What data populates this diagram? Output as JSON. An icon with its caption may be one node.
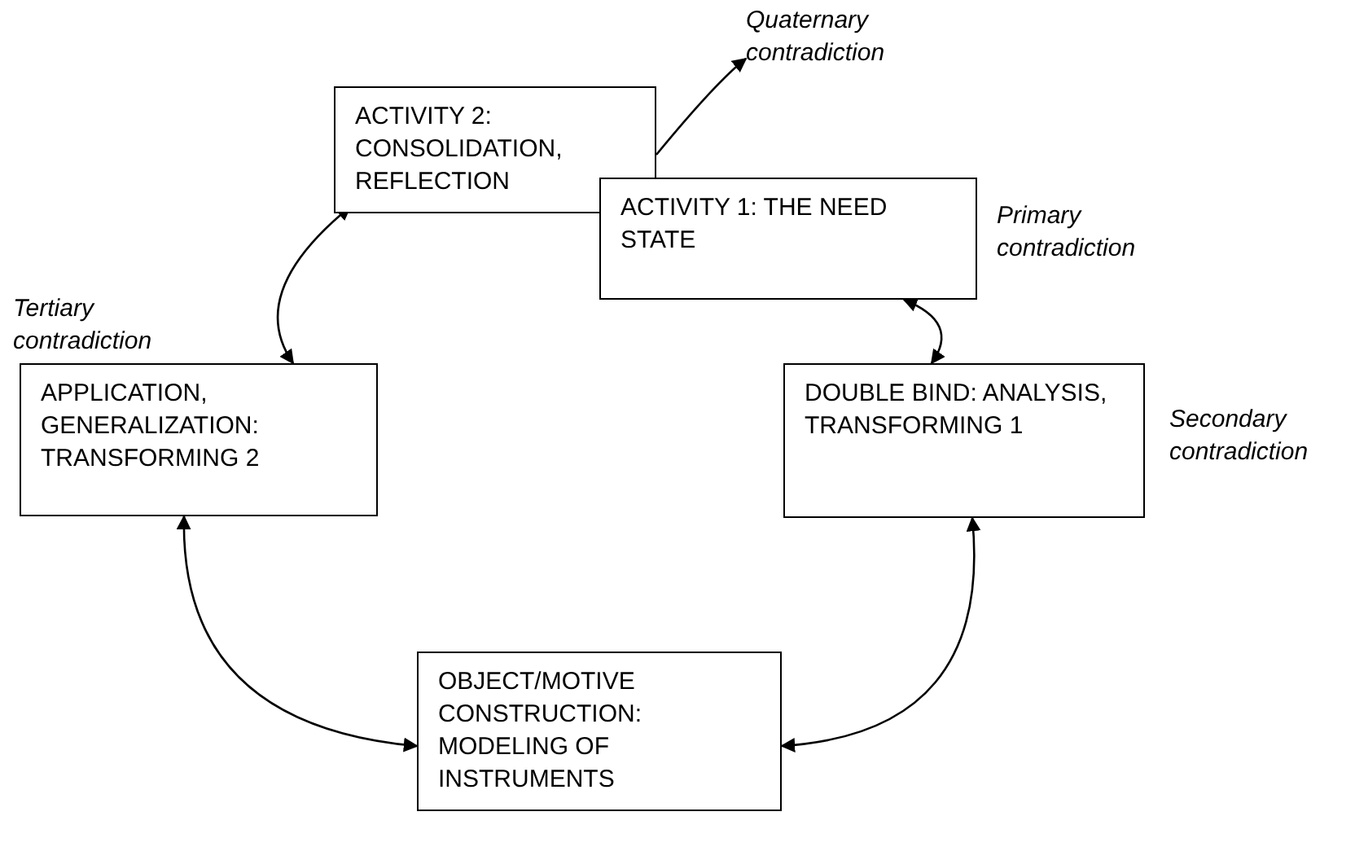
{
  "diagram": {
    "nodes": [
      {
        "text": [
          "ACTIVITY 2: CONSOLIDATION, REFLECTION"
        ]
      },
      {
        "text": [
          "ACTIVITY 1: THE NEED STATE"
        ],
        "beside": [
          "Primary contradiction"
        ]
      },
      {
        "text": [
          "DOUBLE BIND: ANALYSIS, TRANSFORMING 1"
        ],
        "beside": [
          "Secondary contradiction"
        ]
      },
      {
        "text": [
          "OBJECT/MOTIVE CONSTRUCTION: MODELING OF INSTRUMENTS"
        ]
      },
      {
        "text": [
          "APPLICATION, GENERALIZATION: TRANSFORMING 2"
        ],
        "beside": [
          "Tertiary contradiction"
        ]
      },
      {
        "text": [
          "Quaternary contradiction"
        ]
      }
    ],
    "edges": [
      {
        "from": 0,
        "to": 5,
        "arrow": "to"
      },
      {
        "from": 0,
        "to": 4,
        "arrow": "both"
      },
      {
        "from": 1,
        "to": 2,
        "arrow": "both"
      },
      {
        "from": 2,
        "to": 3,
        "arrow": "both"
      },
      {
        "from": 4,
        "to": 3,
        "arrow": "both"
      }
    ]
  }
}
